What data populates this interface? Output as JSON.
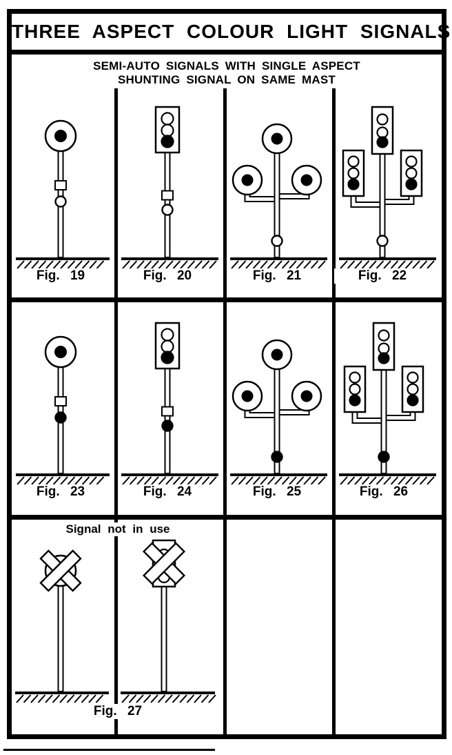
{
  "title": "THREE ASPECT COLOUR LIGHT SIGNALS",
  "subtitle_line1": "SEMI-AUTO SIGNALS WITH SINGLE ASPECT",
  "subtitle_line2": "SHUNTING SIGNAL ON SAME MAST",
  "colors": {
    "ink": "#000000",
    "paper": "#ffffff"
  },
  "figures": [
    {
      "id": "fig19",
      "label": "Fig. 19",
      "mount": "single",
      "head_shape": "round",
      "heads": 1,
      "lens": "filled",
      "shunt_marker": "open",
      "route_box": true
    },
    {
      "id": "fig20",
      "label": "Fig. 20",
      "mount": "single",
      "head_shape": "rect",
      "heads": 1,
      "aspects": [
        "open",
        "open",
        "filled"
      ],
      "shunt_marker": "open",
      "route_box": true
    },
    {
      "id": "fig21",
      "label": "Fig. 21",
      "mount": "bracket",
      "head_shape": "round",
      "heads": 3,
      "lens": "filled",
      "shunt_marker": "open",
      "route_box": false
    },
    {
      "id": "fig22",
      "label": "Fig. 22",
      "mount": "bracket",
      "head_shape": "rect",
      "heads": 3,
      "aspects": [
        "open",
        "open",
        "filled"
      ],
      "shunt_marker": "open",
      "route_box": false
    },
    {
      "id": "fig23",
      "label": "Fig. 23",
      "mount": "single",
      "head_shape": "round",
      "heads": 1,
      "lens": "filled",
      "shunt_marker": "filled",
      "route_box": true
    },
    {
      "id": "fig24",
      "label": "Fig. 24",
      "mount": "single",
      "head_shape": "rect",
      "heads": 1,
      "aspects": [
        "open",
        "open",
        "filled"
      ],
      "shunt_marker": "filled",
      "route_box": true
    },
    {
      "id": "fig25",
      "label": "Fig. 25",
      "mount": "bracket",
      "head_shape": "round",
      "heads": 3,
      "lens": "filled",
      "shunt_marker": "filled",
      "route_box": false
    },
    {
      "id": "fig26",
      "label": "Fig. 26",
      "mount": "bracket",
      "head_shape": "rect",
      "heads": 3,
      "aspects": [
        "open",
        "open",
        "filled"
      ],
      "shunt_marker": "filled",
      "route_box": false
    },
    {
      "id": "fig27",
      "label": "Fig. 27",
      "mount": "not_in_use",
      "note": "Signal not in use",
      "variants": [
        {
          "head_shape": "round",
          "crossed": true
        },
        {
          "head_shape": "rect",
          "crossed": true
        }
      ]
    }
  ]
}
